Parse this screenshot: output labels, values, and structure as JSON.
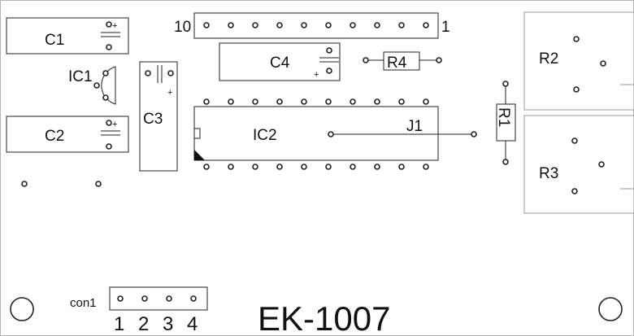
{
  "board": {
    "title": "EK-1007",
    "connector_label": "con1",
    "connector_pins": [
      "1",
      "2",
      "3",
      "4"
    ],
    "header_left_label": "10",
    "header_right_label": "1"
  },
  "components": {
    "c1": "C1",
    "c2": "C2",
    "c3": "C3",
    "c4": "C4",
    "ic1": "IC1",
    "ic2": "IC2",
    "j1": "J1",
    "r1": "R1",
    "r2": "R2",
    "r3": "R3",
    "r4": "R4"
  },
  "polarity": {
    "plus": "+"
  }
}
